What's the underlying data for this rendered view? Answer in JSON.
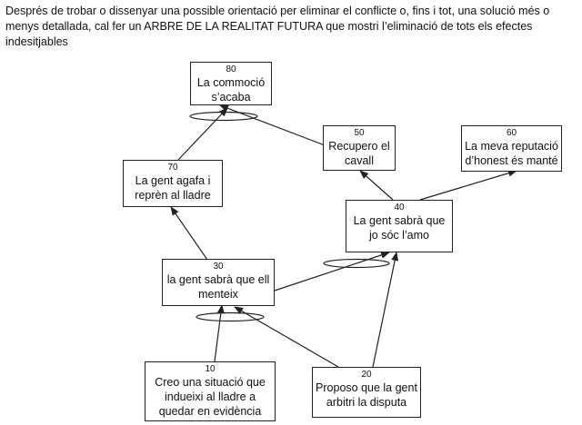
{
  "intro": {
    "line1": "Després de trobar o dissenyar una possible orientació per eliminar el conflicte o, fins i tot, una solució més o",
    "line2": "menys detallada, cal fer un ARBRE DE LA REALITAT FUTURA que mostri l’eliminació de tots els efectes indesitjables"
  },
  "nodes": {
    "n80": {
      "num": "80",
      "label": "La commoció s’acaba"
    },
    "n50": {
      "num": "50",
      "label": "Recupero el cavall"
    },
    "n60": {
      "num": "60",
      "label": "La meva reputació d’honest és manté"
    },
    "n70": {
      "num": "70",
      "label": "La gent agafa i reprèn al lladre"
    },
    "n40": {
      "num": "40",
      "label": "La gent sabrà que jo sóc l’amo"
    },
    "n30": {
      "num": "30",
      "label": "la gent sabrà que ell menteix"
    },
    "n10": {
      "num": "10",
      "label": "Creo una situació que indueixi al lladre a quedar en evidència"
    },
    "n20": {
      "num": "20",
      "label": "Proposo que la gent arbitri la disputa"
    }
  },
  "colors": {
    "line": "#222222",
    "box_border": "#222222"
  }
}
